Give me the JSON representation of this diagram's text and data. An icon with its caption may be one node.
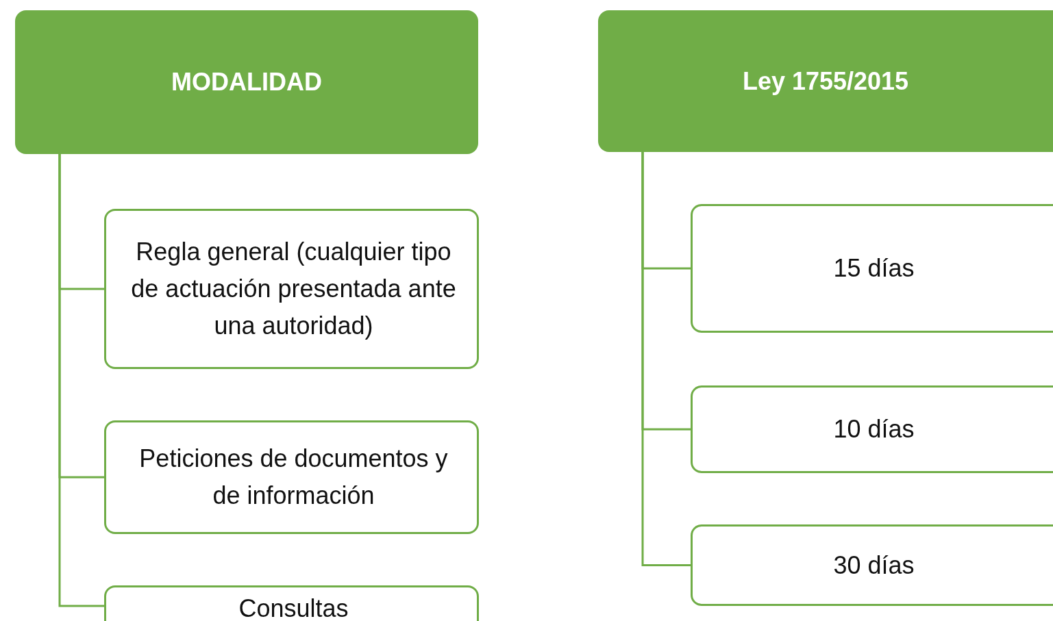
{
  "diagram": {
    "nodes": [
      {
        "text": [
          "MODALIDAD"
        ]
      },
      {
        "text": [
          "Regla general (cualquier tipo de actuación presentada ante una autoridad)"
        ]
      },
      {
        "text": [
          "Peticiones de documentos y de información"
        ]
      },
      {
        "text": [
          "Consultas"
        ]
      },
      {
        "text": [
          "Ley 1755/2015"
        ]
      },
      {
        "text": [
          "15 días"
        ]
      },
      {
        "text": [
          "10 días"
        ]
      },
      {
        "text": [
          "30 días"
        ]
      }
    ],
    "edges": [
      {
        "from": 0,
        "to": 1,
        "arrow": "none"
      },
      {
        "from": 0,
        "to": 2,
        "arrow": "none"
      },
      {
        "from": 0,
        "to": 3,
        "arrow": "none"
      },
      {
        "from": 4,
        "to": 5,
        "arrow": "none"
      },
      {
        "from": 4,
        "to": 6,
        "arrow": "none"
      },
      {
        "from": 4,
        "to": 7,
        "arrow": "none"
      }
    ]
  }
}
